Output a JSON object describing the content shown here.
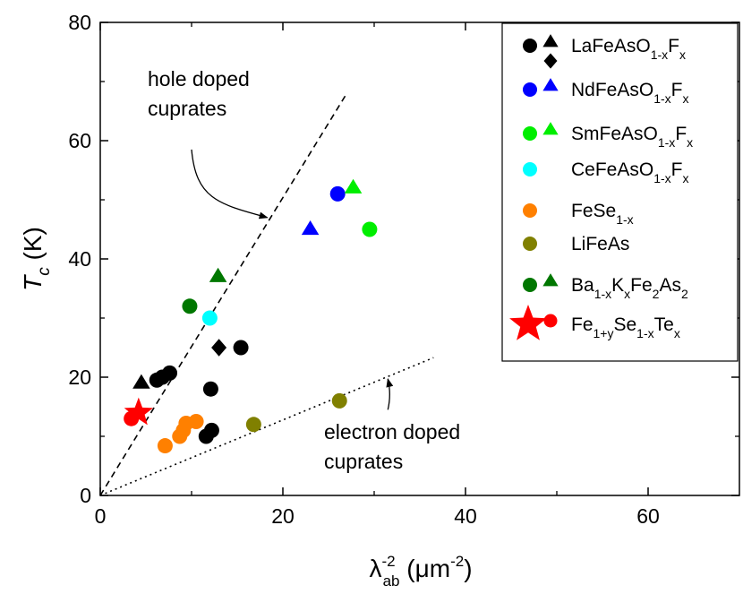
{
  "chart_data": {
    "type": "scatter",
    "title": "",
    "xlabel": {
      "main": "λ",
      "sup": "-2",
      "sub": "ab",
      "unit_open": " (μm",
      "unit_sup": "-2",
      "unit_close": ")"
    },
    "ylabel": {
      "main": "T",
      "sub": "c",
      "unit": " (K)"
    },
    "xlim": [
      0,
      70
    ],
    "ylim": [
      0,
      80
    ],
    "xticks": [
      "0",
      "20",
      "40",
      "60"
    ],
    "xtick_values": [
      0,
      20,
      40,
      60
    ],
    "yticks": [
      "0",
      "20",
      "40",
      "60",
      "80"
    ],
    "ytick_values": [
      0,
      20,
      40,
      60,
      80
    ],
    "grid": false,
    "legend_position": "top-right",
    "colors": {
      "black": "#000000",
      "blue": "#0000ff",
      "green": "#00ee00",
      "cyan": "#00ffff",
      "orange": "#ff8000",
      "olive": "#808000",
      "darkgreen": "#007700",
      "red": "#ff0000"
    },
    "lines": [
      {
        "name": "hole doped cuprates",
        "style": "dashed",
        "x": [
          0,
          27
        ],
        "y": [
          0,
          68
        ]
      },
      {
        "name": "electron doped cuprates",
        "style": "dotted",
        "x": [
          0,
          36.5
        ],
        "y": [
          0,
          23.3
        ]
      }
    ],
    "annotations": [
      {
        "lines": [
          "hole doped",
          "cuprates"
        ],
        "arrow_from": [
          10,
          58.5
        ],
        "arrow_to": [
          18.3,
          47
        ]
      },
      {
        "lines": [
          "electron doped",
          "cuprates"
        ],
        "arrow_from": [
          31.5,
          14.5
        ],
        "arrow_to": [
          31.5,
          19.7
        ]
      }
    ],
    "series": [
      {
        "legend": {
          "base": "LaFeAsO",
          "sub": "1-x",
          "mid": "F",
          "sub2": "x"
        },
        "color": "#000000",
        "markers": [
          "circle",
          "triangle"
        ],
        "markers2": [
          "",
          "diamond"
        ],
        "points": [
          {
            "x": 6.2,
            "y": 19.5,
            "m": "circle"
          },
          {
            "x": 6.8,
            "y": 20,
            "m": "circle"
          },
          {
            "x": 7.6,
            "y": 20.7,
            "m": "circle"
          },
          {
            "x": 12.1,
            "y": 18,
            "m": "circle"
          },
          {
            "x": 15.4,
            "y": 25,
            "m": "circle"
          },
          {
            "x": 11.6,
            "y": 10,
            "m": "circle"
          },
          {
            "x": 12.2,
            "y": 11,
            "m": "circle"
          },
          {
            "x": 4.5,
            "y": 19,
            "m": "triangle"
          },
          {
            "x": 13,
            "y": 25,
            "m": "diamond"
          }
        ]
      },
      {
        "legend": {
          "base": "NdFeAsO",
          "sub": "1-x",
          "mid": "F",
          "sub2": "x"
        },
        "color": "#0000ff",
        "markers": [
          "circle",
          "triangle"
        ],
        "points": [
          {
            "x": 26,
            "y": 51,
            "m": "circle"
          },
          {
            "x": 23,
            "y": 45,
            "m": "triangle"
          }
        ]
      },
      {
        "legend": {
          "base": "SmFeAsO",
          "sub": "1-x",
          "mid": "F",
          "sub2": "x"
        },
        "color": "#00ee00",
        "markers": [
          "circle",
          "triangle"
        ],
        "points": [
          {
            "x": 29.5,
            "y": 45,
            "m": "circle"
          },
          {
            "x": 27.7,
            "y": 52,
            "m": "triangle"
          }
        ]
      },
      {
        "legend": {
          "base": "CeFeAsO",
          "sub": "1-x",
          "mid": "F",
          "sub2": "x"
        },
        "color": "#00ffff",
        "markers": [
          "circle"
        ],
        "points": [
          {
            "x": 12,
            "y": 30,
            "m": "circle"
          }
        ]
      },
      {
        "legend": {
          "base": "FeSe",
          "sub": "1-x",
          "mid": "",
          "sub2": ""
        },
        "color": "#ff8000",
        "markers": [
          "circle"
        ],
        "points": [
          {
            "x": 7.1,
            "y": 8.4,
            "m": "circle"
          },
          {
            "x": 8.7,
            "y": 10,
            "m": "circle"
          },
          {
            "x": 9.1,
            "y": 11,
            "m": "circle"
          },
          {
            "x": 9.4,
            "y": 12.2,
            "m": "circle"
          },
          {
            "x": 10.5,
            "y": 12.5,
            "m": "circle"
          }
        ]
      },
      {
        "legend": {
          "base": "LiFeAs",
          "sub": "",
          "mid": "",
          "sub2": ""
        },
        "color": "#808000",
        "markers": [
          "circle"
        ],
        "points": [
          {
            "x": 16.8,
            "y": 12,
            "m": "circle"
          },
          {
            "x": 26.2,
            "y": 16,
            "m": "circle"
          }
        ]
      },
      {
        "legend": {
          "base": "Ba",
          "sub": "1-x",
          "mid": "K",
          "sub2": "x",
          "tail": [
            [
              "Fe",
              "2"
            ],
            [
              "As",
              "2"
            ]
          ]
        },
        "color": "#007700",
        "markers": [
          "circle",
          "triangle"
        ],
        "points": [
          {
            "x": 9.8,
            "y": 32,
            "m": "circle"
          },
          {
            "x": 12.9,
            "y": 37,
            "m": "triangle"
          }
        ]
      },
      {
        "legend": {
          "base": "Fe",
          "sub": "1+y",
          "mid": "Se",
          "sub2": "1-x",
          "tail": [
            [
              "Te",
              "x"
            ]
          ]
        },
        "color": "#ff0000",
        "markers": [
          "star",
          "circle"
        ],
        "points": [
          {
            "x": 3.4,
            "y": 13,
            "m": "circle"
          },
          {
            "x": 4.2,
            "y": 14,
            "m": "star"
          }
        ]
      }
    ]
  }
}
